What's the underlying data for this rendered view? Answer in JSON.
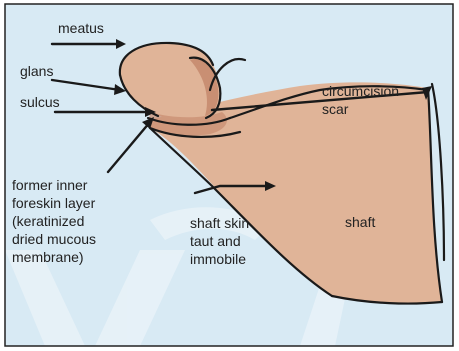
{
  "diagram": {
    "colors": {
      "background": "#d8eaf4",
      "frame": "#222222",
      "skin": "#e0b498",
      "skin_shade": "#c98f73",
      "line": "#1a1a1a",
      "watermark": "#e8f2f8"
    },
    "labels": {
      "meatus": "meatus",
      "glans": "glans",
      "sulcus": "sulcus",
      "scar_line1": "circumcision",
      "scar_line2": "scar",
      "inner_line1": "former inner",
      "inner_line2": "foreskin layer",
      "inner_line3": "(keratinized",
      "inner_line4": "dried mucous",
      "inner_line5": "membrane)",
      "shaft_skin_line1": "shaft skin",
      "shaft_skin_line2": "taut and",
      "shaft_skin_line3": "immobile",
      "shaft": "shaft"
    }
  }
}
